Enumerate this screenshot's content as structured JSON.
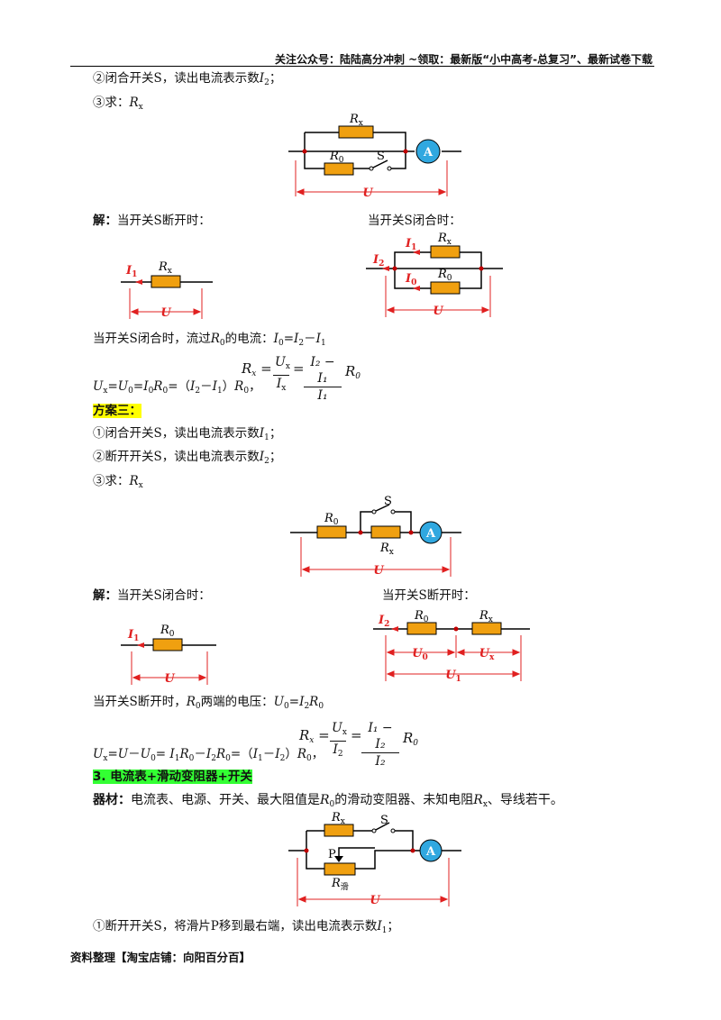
{
  "header": {
    "text": "关注公众号：陆陆高分冲刺  ~领取：最新版“小中高考-总复习”、最新试卷下载"
  },
  "l1": {
    "t": "②闭合开关S，读出电流表示数",
    "v": "I",
    "s": "2",
    "e": "；"
  },
  "l2": {
    "t": "③求：",
    "v": "R",
    "s": "x"
  },
  "circ1": {
    "rx": "R",
    "rxs": "x",
    "r0": "R",
    "r0s": "0",
    "s": "S",
    "a": "A",
    "u": "U"
  },
  "sol1": {
    "jie": "解：",
    "t1": "当开关S断开时：",
    "t2": "当开关S闭合时："
  },
  "c1a": {
    "i": "I",
    "is": "1",
    "r": "R",
    "rs": "x",
    "u": "U"
  },
  "c1b": {
    "i1": "I",
    "i1s": "1",
    "i2": "I",
    "i2s": "2",
    "i0": "I",
    "i0s": "0",
    "rx": "R",
    "rxs": "x",
    "r0": "R",
    "r0s": "0",
    "u": "U"
  },
  "l3": {
    "t": "当开关S闭合时，流过",
    "r": "R",
    "rs": "0",
    "t2": "的电流：",
    "a": "I",
    "as": "0",
    "eq": "=",
    "b": "I",
    "bs": "2",
    "m": "－",
    "c": "I",
    "cs": "1"
  },
  "f1": {
    "rx": "R",
    "rxs": "x",
    "eq": "=",
    "ux": "U",
    "uxs": "x",
    "ix": "I",
    "ixs": "x",
    "eq2": "=",
    "num": "I₂ − I₁",
    "den": "I₁",
    "r0": "R",
    "r0s": "0"
  },
  "l4": {
    "a": "U",
    "as": "x",
    "eq": "=",
    "b": "U",
    "bs": "0",
    "eq2": "=",
    "c": "I",
    "cs": "0",
    "d": "R",
    "ds": "0",
    "eq3": "=（",
    "e": "I",
    "es": "2",
    "m": "－",
    "f": "I",
    "fs": "1",
    "close": "）",
    "g": "R",
    "gs": "0",
    "end": "，"
  },
  "plan3": {
    "label": "方案三："
  },
  "l5": {
    "t": "①闭合开关S，读出电流表示数",
    "v": "I",
    "s": "1",
    "e": "；"
  },
  "l6": {
    "t": "②断开开关S，读出电流表示数",
    "v": "I",
    "s": "2",
    "e": "；"
  },
  "l7": {
    "t": "③求：",
    "v": "R",
    "s": "x"
  },
  "circ2": {
    "r0": "R",
    "r0s": "0",
    "rx": "R",
    "rxs": "x",
    "s": "S",
    "a": "A",
    "u": "U"
  },
  "sol2": {
    "jie": "解：",
    "t1": "当开关S闭合时：",
    "t2": "当开关S断开时："
  },
  "c2a": {
    "i": "I",
    "is": "1",
    "r": "R",
    "rs": "0",
    "u": "U"
  },
  "c2b": {
    "i": "I",
    "is": "2",
    "r0": "R",
    "r0s": "0",
    "rx": "R",
    "rxs": "x",
    "u0": "U",
    "u0s": "0",
    "ux": "U",
    "uxs": "x",
    "u1": "U",
    "u1s": "1"
  },
  "l8": {
    "t": "当开关S断开时，",
    "r": "R",
    "rs": "0",
    "t2": "两端的电压：",
    "a": "U",
    "as": "0",
    "eq": "=",
    "b": "I",
    "bs": "2",
    "c": "R",
    "cs": "0"
  },
  "f2": {
    "rx": "R",
    "rxs": "x",
    "eq": "=",
    "ux": "U",
    "uxs": "x",
    "i2": "I",
    "i2s": "2",
    "eq2": "=",
    "num": "I₁ − I₂",
    "den": "I₂",
    "r0": "R",
    "r0s": "0"
  },
  "l9": {
    "a": "U",
    "as": "x",
    "eq": "=",
    "b": "U",
    "m": "－",
    "c": "U",
    "cs": "0",
    "eq2": "= ",
    "d": "I",
    "ds": "1",
    "e": "R",
    "es": "0",
    "m2": "－",
    "f": "I",
    "fs": "2",
    "g": "R",
    "gs": "0",
    "eq3": "=（",
    "h": "I",
    "hs": "1",
    "m3": "－",
    "k": "I",
    "ks": "2",
    "close": "）",
    "n": "R",
    "ns": "0",
    "end": "，"
  },
  "sec3": {
    "label": "3. 电流表+滑动变阻器+开关"
  },
  "qc": {
    "label": "器材：",
    "t": "电流表、电源、开关、最大阻值是",
    "r": "R",
    "rs": "0",
    "t2": "的滑动变阻器、未知电阻",
    "rx": "R",
    "rxs": "x",
    "t3": "、导线若干。"
  },
  "circ3": {
    "rx": "R",
    "rxs": "x",
    "s": "S",
    "p": "P",
    "r": "R",
    "rs": "滑",
    "a": "A",
    "u": "U"
  },
  "l10": {
    "t": "①断开开关S，将滑片P移到最右端，读出电流表示数",
    "v": "I",
    "s": "1",
    "e": "；"
  },
  "footer": {
    "text": "资料整理【淘宝店铺：向阳百分百】"
  },
  "colors": {
    "resistor": "#f0a010",
    "ammeter": "#30a8e0",
    "wire": "#000000",
    "dim": "#e02020",
    "junction": "#c00000"
  }
}
